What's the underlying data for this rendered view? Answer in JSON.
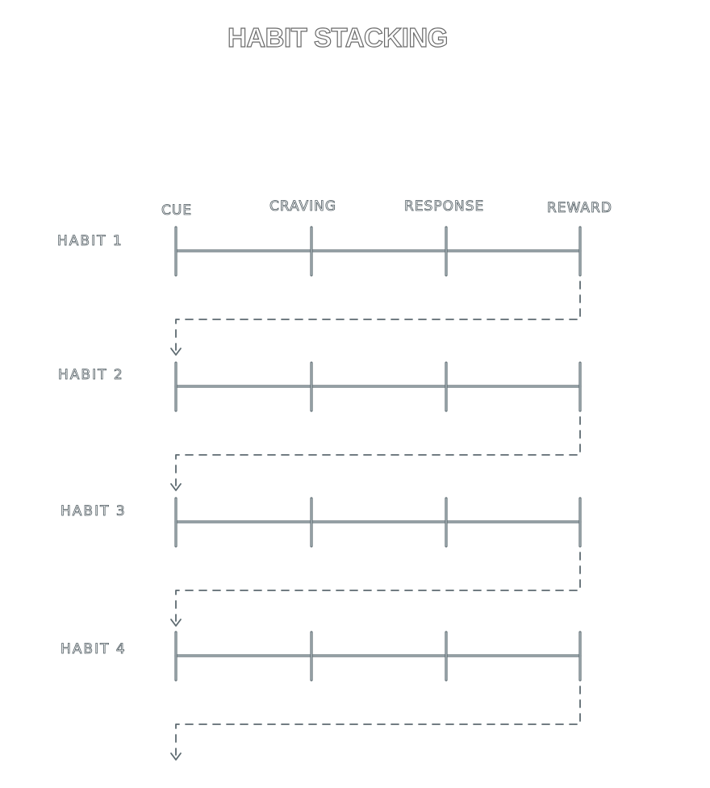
{
  "title": "HABIT STACKING",
  "stages": [
    "CUE",
    "CRAVING",
    "RESPONSE",
    "REWARD"
  ],
  "habits": [
    "HABIT 1",
    "HABIT 2",
    "HABIT 3",
    "HABIT 4"
  ],
  "colors": {
    "line": "#5d6a70",
    "line_highlight": "#c9d4d8",
    "dash": "#5d6a70"
  }
}
